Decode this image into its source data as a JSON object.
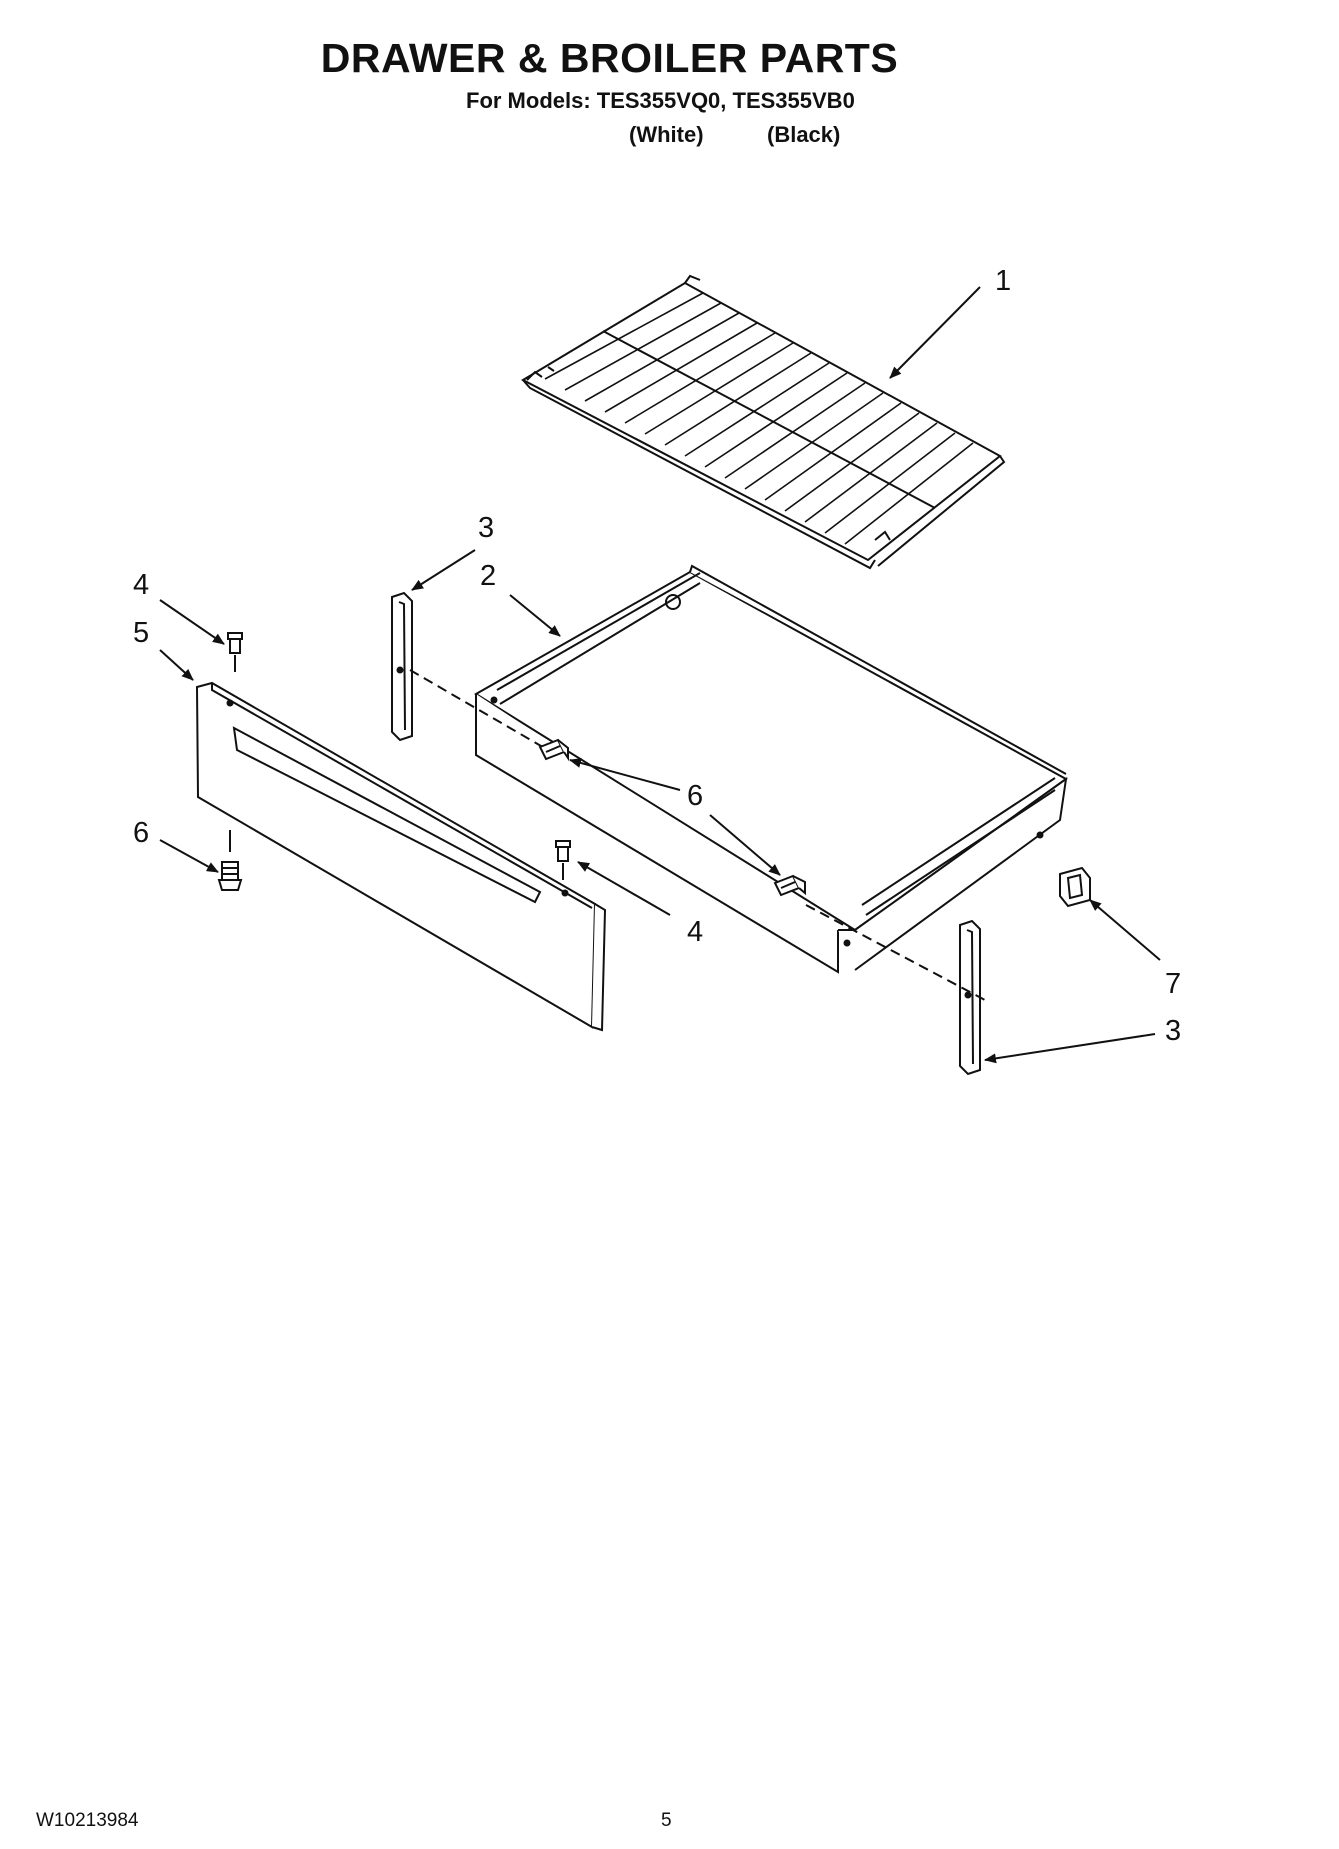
{
  "header": {
    "title": "DRAWER & BROILER PARTS",
    "models_line": "For Models: TES355VQ0, TES355VB0",
    "color_white": "(White)",
    "color_black": "(Black)"
  },
  "callouts": {
    "c1": "1",
    "c2": "2",
    "c3_top": "3",
    "c3_bottom": "3",
    "c4_top": "4",
    "c4_bottom": "4",
    "c5": "5",
    "c6_left": "6",
    "c6_center": "6",
    "c7": "7"
  },
  "footer": {
    "doc_code": "W10213984",
    "page_number": "5"
  }
}
